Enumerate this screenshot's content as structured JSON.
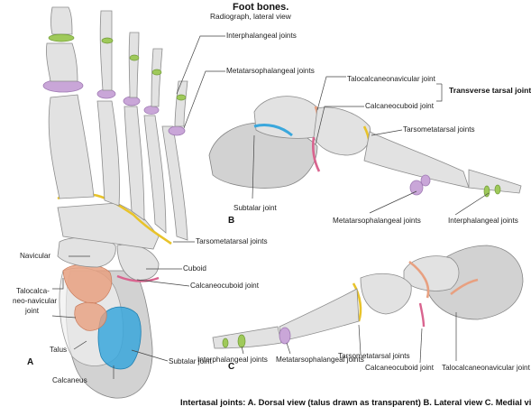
{
  "header": {
    "title": "Foot bones.",
    "subtitle": "Radiograph, lateral view"
  },
  "views": {
    "a": "A",
    "b": "B",
    "c": "C"
  },
  "labels": {
    "interphalangeal_top": "Interphalangeal joints",
    "metatarsophalangeal_top": "Metatarsophalangeal joints",
    "talocalcaneonavicular_b": "Talocalcaneonavicular joint",
    "calcaneocuboid_b": "Calcaneocuboid joint",
    "transverse_tarsal": "Transverse tarsal joint",
    "tarsometatarsal_b": "Tarsometatarsal joints",
    "subtalar_b": "Subtalar joint",
    "metatarsophalangeal_b": "Metatarsophalangeal joints",
    "interphalangeal_b": "Interphalangeal joints",
    "tarsometatarsal_a": "Tarsometatarsal joints",
    "navicular": "Navicular",
    "cuboid": "Cuboid",
    "calcaneocuboid_a": "Calcaneocuboid joint",
    "talocalca_line1": "Talocalca-",
    "talocalca_line2": "neo-navicular",
    "talocalca_line3": "joint",
    "talus": "Talus",
    "subtalar_a": "Subtalar joint",
    "calcaneus": "Calcaneus",
    "interphalangeal_c": "Interphalangeal joints",
    "metatarsophalangeal_c": "Metatarsophalangeal joints",
    "tarsometatarsal_c": "Tarsometatarsal joints",
    "calcaneocuboid_c": "Calcaneocuboid joint",
    "talocalcaneonavicular_c": "Talocalcaneonavicular joint"
  },
  "caption": "Intertasal joints: A. Dorsal view (talus drawn as transparent)  B. Lateral view  C. Medial view",
  "colors": {
    "interphalangeal": "#9fc95a",
    "metatarsophalangeal": "#c9a6d8",
    "tarsometatarsal": "#e8c32a",
    "calcaneocuboid": "#d9648f",
    "talocalcaneonavicular": "#e8a080",
    "subtalar": "#3aa7dc"
  }
}
